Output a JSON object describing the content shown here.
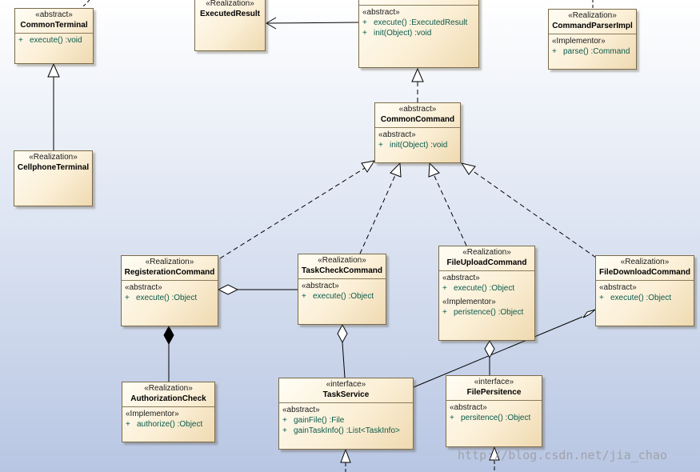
{
  "classes": {
    "common_terminal": {
      "stereotype": "«abstract»",
      "name": "CommonTerminal",
      "ops": [
        {
          "sig": "execute()",
          "ret": ":void"
        }
      ]
    },
    "executed_result": {
      "stereotype": "«Realization»",
      "name": "ExecutedResult"
    },
    "top_command": {
      "groups": [
        {
          "stereotype": "«abstract»",
          "ops": [
            {
              "sig": "execute()",
              "ret": ":ExecutedResult"
            },
            {
              "sig": "init(Object)",
              "ret": ":void"
            }
          ]
        }
      ]
    },
    "command_parser_impl": {
      "stereotype": "«Realization»",
      "name": "CommandParserImpl",
      "groups": [
        {
          "stereotype": "«Implementor»",
          "ops": [
            {
              "sig": "parse()",
              "ret": ":Command"
            }
          ]
        }
      ]
    },
    "cellphone_terminal": {
      "stereotype": "«Realization»",
      "name": "CellphoneTerminal"
    },
    "common_command": {
      "stereotype": "«abstract»",
      "name": "CommonCommand",
      "groups": [
        {
          "stereotype": "«abstract»",
          "ops": [
            {
              "sig": "init(Object)",
              "ret": ":void"
            }
          ]
        }
      ]
    },
    "registeration_command": {
      "stereotype": "«Realization»",
      "name": "RegisterationCommand",
      "groups": [
        {
          "stereotype": "«abstract»",
          "ops": [
            {
              "sig": "execute()",
              "ret": ":Object"
            }
          ]
        }
      ]
    },
    "task_check_command": {
      "stereotype": "«Realization»",
      "name": "TaskCheckCommand",
      "groups": [
        {
          "stereotype": "«abstract»",
          "ops": [
            {
              "sig": "execute()",
              "ret": ":Object"
            }
          ]
        }
      ]
    },
    "file_upload_command": {
      "stereotype": "«Realization»",
      "name": "FileUploadCommand",
      "groups": [
        {
          "stereotype": "«abstract»",
          "ops": [
            {
              "sig": "execute()",
              "ret": ":Object"
            }
          ]
        },
        {
          "stereotype": "«Implementor»",
          "ops": [
            {
              "sig": "peristence()",
              "ret": ":Object"
            }
          ]
        }
      ]
    },
    "file_download_command": {
      "stereotype": "«Realization»",
      "name": "FileDownloadCommand",
      "groups": [
        {
          "stereotype": "«abstract»",
          "ops": [
            {
              "sig": "execute()",
              "ret": ":Object"
            }
          ]
        }
      ]
    },
    "authorization_check": {
      "stereotype": "«Realization»",
      "name": "AuthorizationCheck",
      "groups": [
        {
          "stereotype": "«Implementor»",
          "ops": [
            {
              "sig": "authorize()",
              "ret": ":Object"
            }
          ]
        }
      ]
    },
    "task_service": {
      "stereotype": "«interface»",
      "name": "TaskService",
      "groups": [
        {
          "stereotype": "«abstract»",
          "ops": [
            {
              "sig": "gainFile()",
              "ret": ":File"
            },
            {
              "sig": "gainTaskInfo()",
              "ret": ":List<TaskInfo>"
            }
          ]
        }
      ]
    },
    "file_persitence": {
      "stereotype": "«interface»",
      "name": "FilePersitence",
      "groups": [
        {
          "stereotype": "«abstract»",
          "ops": [
            {
              "sig": "persitence()",
              "ret": ":Object"
            }
          ]
        }
      ]
    }
  },
  "op_prefix": "+",
  "watermark": "http://blog.csdn.net/jia_chao"
}
